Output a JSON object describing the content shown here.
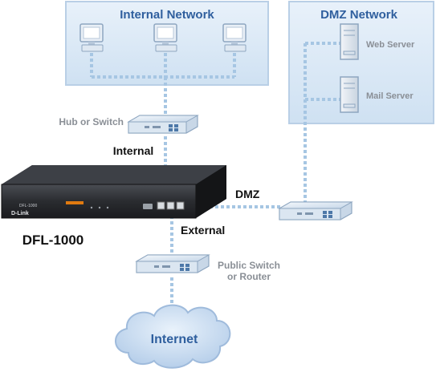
{
  "zones": {
    "internal_title": "Internal Network",
    "dmz_title": "DMZ Network"
  },
  "servers": [
    {
      "label": "Web Server"
    },
    {
      "label": "Mail Server"
    }
  ],
  "devices": {
    "hub_label": "Hub or Switch",
    "firewall_name": "DFL-1000",
    "firewall_brand": "D-Link",
    "firewall_model_tag": "DFL-1000",
    "public_switch_line1": "Public Switch",
    "public_switch_line2": "or Router"
  },
  "ports": {
    "internal": "Internal",
    "dmz": "DMZ",
    "external": "External"
  },
  "cloud": {
    "label": "Internet"
  },
  "colors": {
    "zone_fill": "#d8e8f5",
    "zone_border": "#b9cfe6",
    "link_dots": "#a6c6e3",
    "title_blue": "#2f5f9e",
    "gray_label": "#8a8f96",
    "cloud_fill": "#c9dcf0",
    "device_body": "#26282c"
  }
}
